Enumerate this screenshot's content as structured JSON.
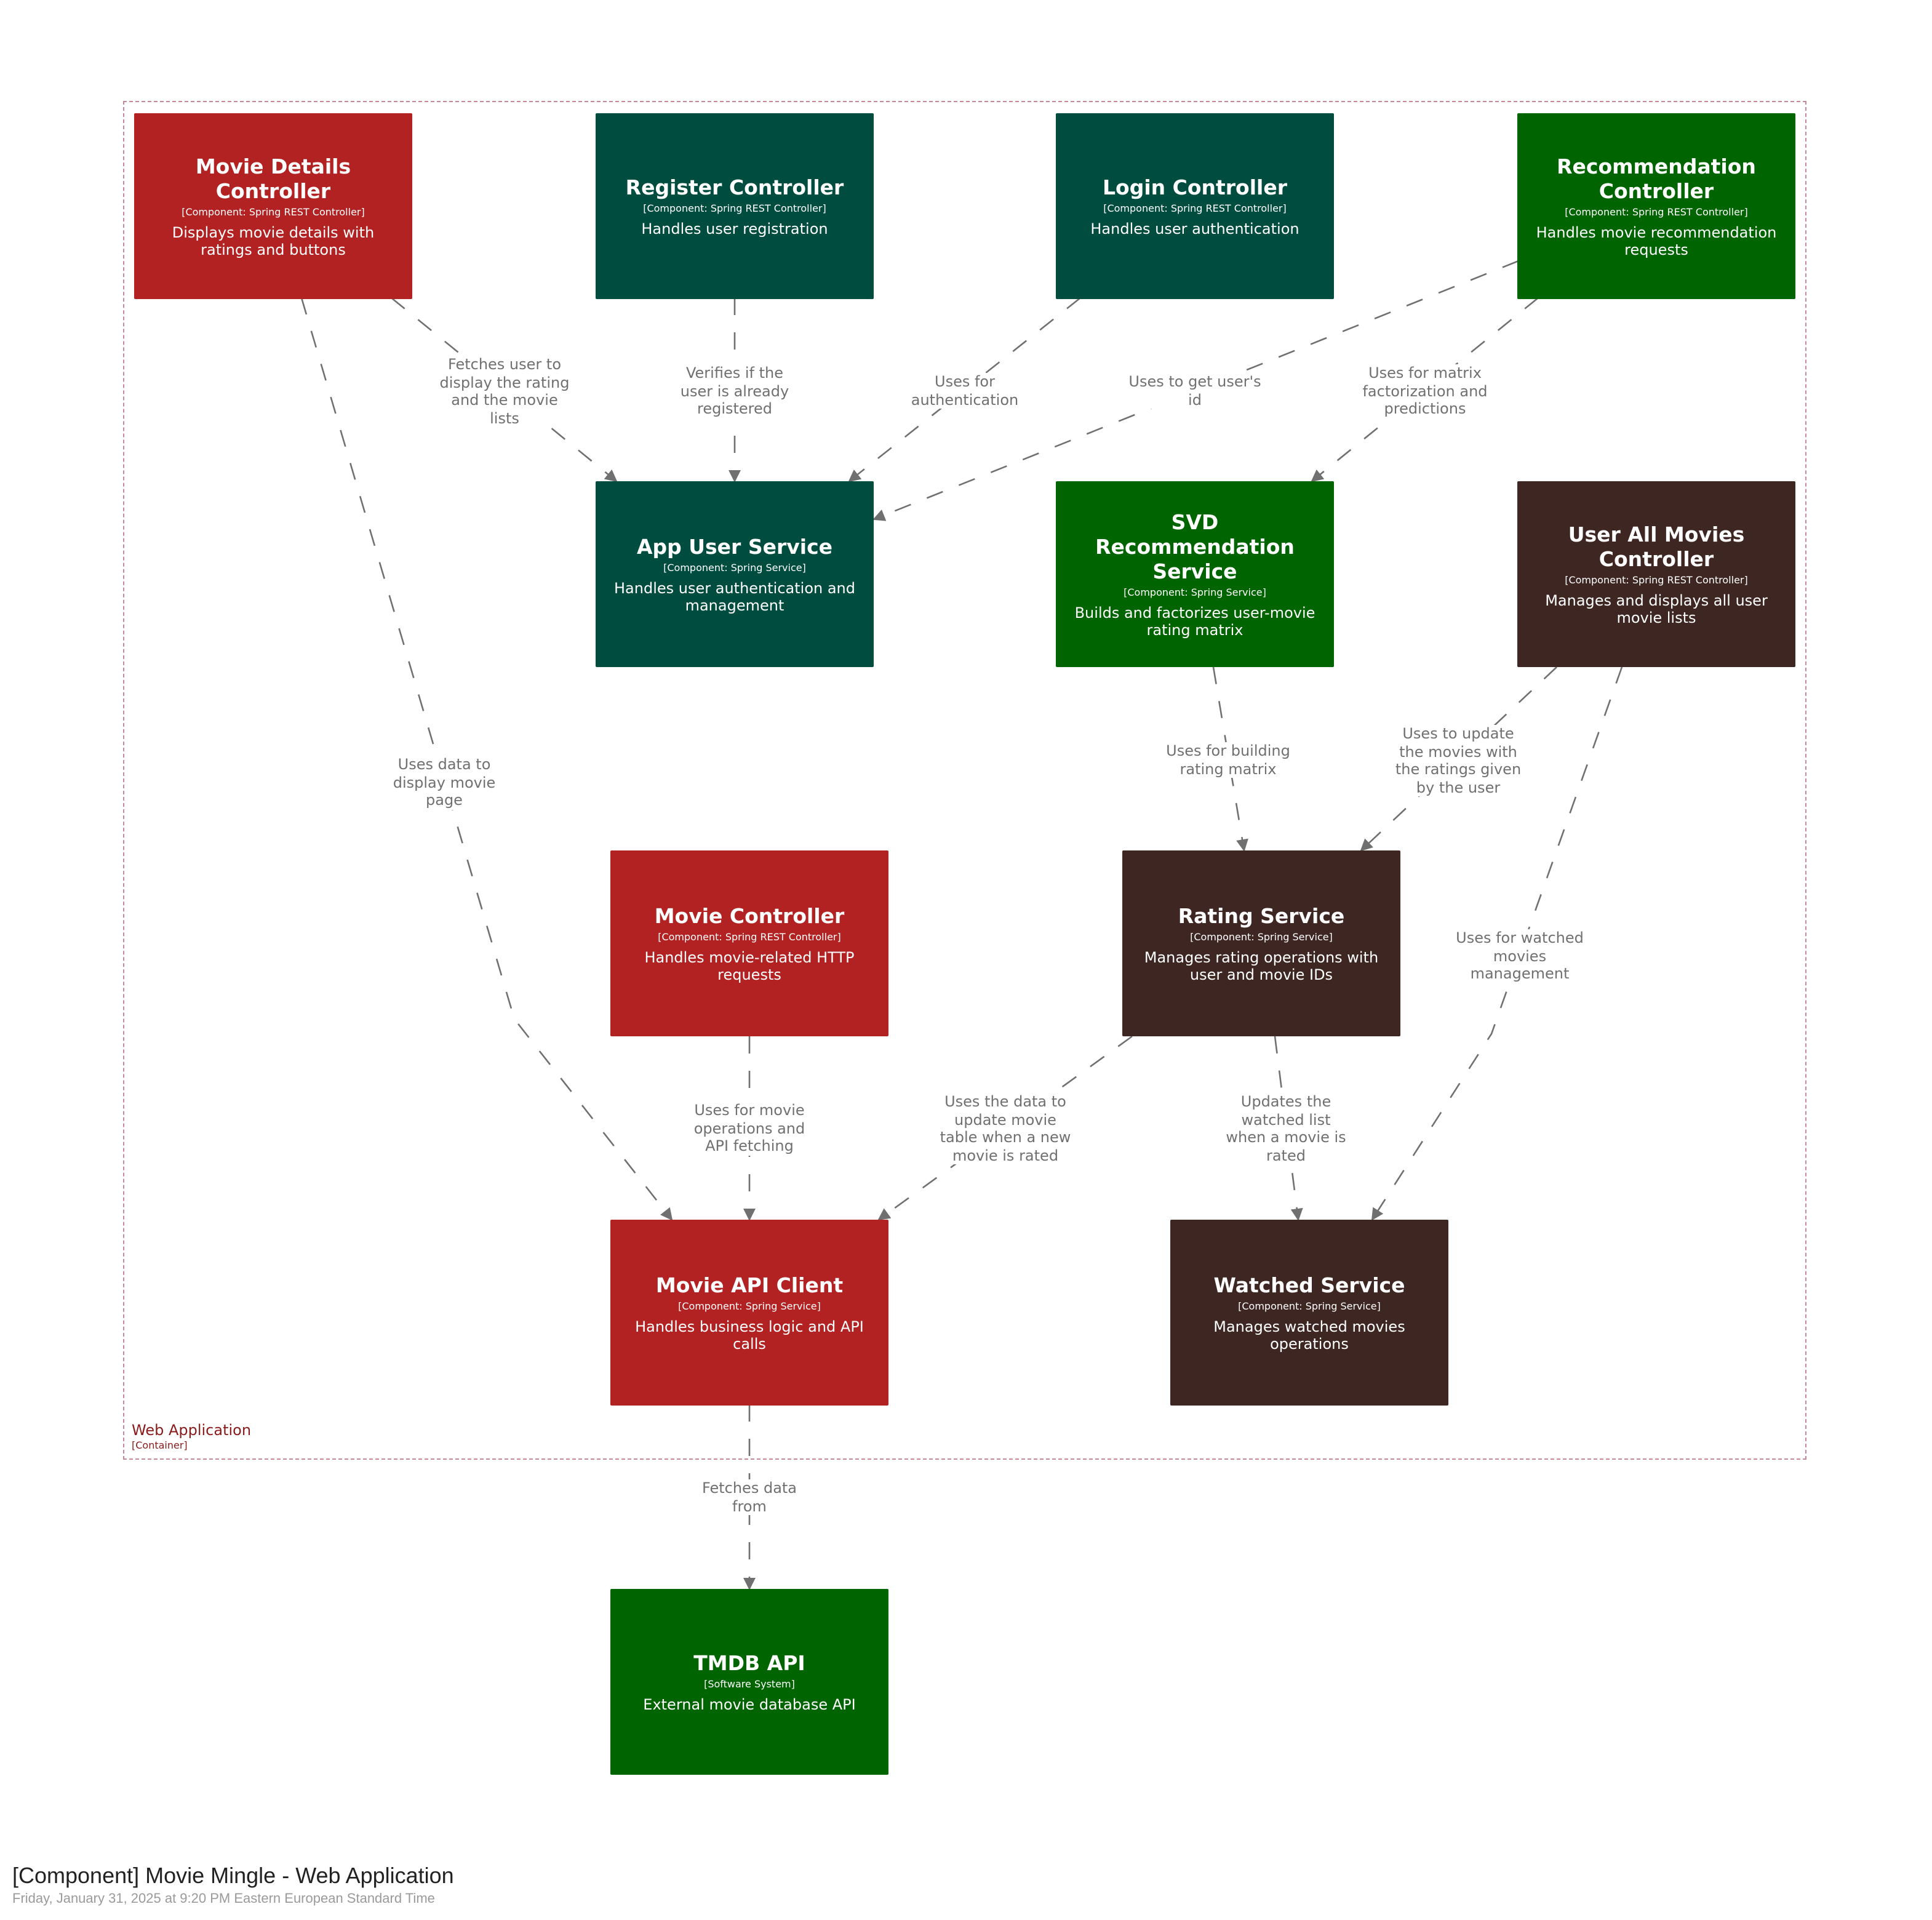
{
  "diagram": {
    "title": "[Component] Movie Mingle - Web Application",
    "subtitle": "Friday, January 31, 2025 at 9:20 PM Eastern European Standard Time",
    "boundary": {
      "label": "Web Application",
      "type": "[Container]"
    }
  },
  "colors": {
    "red": "#b22222",
    "teal": "#004d40",
    "green": "#006400",
    "brown": "#3e2723",
    "edge": "#707070",
    "boundary": "#c48a96"
  },
  "nodes": {
    "movie_details_controller": {
      "title": "Movie Details Controller",
      "type": "[Component: Spring REST Controller]",
      "desc": "Displays movie details with ratings and buttons"
    },
    "register_controller": {
      "title": "Register Controller",
      "type": "[Component: Spring REST Controller]",
      "desc": "Handles user registration"
    },
    "login_controller": {
      "title": "Login Controller",
      "type": "[Component: Spring REST Controller]",
      "desc": "Handles user authentication"
    },
    "recommendation_controller": {
      "title": "Recommendation Controller",
      "type": "[Component: Spring REST Controller]",
      "desc": "Handles movie recommendation requests"
    },
    "app_user_service": {
      "title": "App User Service",
      "type": "[Component: Spring Service]",
      "desc": "Handles user authentication and management"
    },
    "svd_recommendation_service": {
      "title": "SVD Recommendation Service",
      "type": "[Component: Spring Service]",
      "desc": "Builds and factorizes user-movie rating matrix"
    },
    "user_all_movies_controller": {
      "title": "User All Movies Controller",
      "type": "[Component: Spring REST Controller]",
      "desc": "Manages and displays all user movie lists"
    },
    "movie_controller": {
      "title": "Movie Controller",
      "type": "[Component: Spring REST Controller]",
      "desc": "Handles movie-related HTTP requests"
    },
    "rating_service": {
      "title": "Rating Service",
      "type": "[Component: Spring Service]",
      "desc": "Manages rating operations with user and movie IDs"
    },
    "movie_api_client": {
      "title": "Movie API Client",
      "type": "[Component: Spring Service]",
      "desc": "Handles business logic and API calls"
    },
    "watched_service": {
      "title": "Watched Service",
      "type": "[Component: Spring Service]",
      "desc": "Manages watched movies operations"
    },
    "tmdb_api": {
      "title": "TMDB API",
      "type": "[Software System]",
      "desc": "External movie database API"
    }
  },
  "edges": {
    "e1": {
      "from": "Movie Details Controller",
      "to": "App User Service",
      "label": "Fetches user to\ndisplay the rating\nand the movie\nlists"
    },
    "e2": {
      "from": "Register Controller",
      "to": "App User Service",
      "label": "Verifies if the\nuser is already\nregistered"
    },
    "e3": {
      "from": "Login Controller",
      "to": "App User Service",
      "label": "Uses for\nauthentication"
    },
    "e4": {
      "from": "Recommendation Controller",
      "to": "App User Service",
      "label": "Uses to get user's\nid"
    },
    "e5": {
      "from": "Recommendation Controller",
      "to": "SVD Recommendation Service",
      "label": "Uses for matrix\nfactorization and\npredictions"
    },
    "e6": {
      "from": "Movie Details Controller",
      "to": "Movie API Client",
      "label": "Uses data to\ndisplay movie\npage"
    },
    "e7": {
      "from": "SVD Recommendation Service",
      "to": "Rating Service",
      "label": "Uses for building\nrating matrix"
    },
    "e8": {
      "from": "User All Movies Controller",
      "to": "Rating Service",
      "label": "Uses to update\nthe movies with\nthe ratings given\nby the user"
    },
    "e9": {
      "from": "User All Movies Controller",
      "to": "Watched Service",
      "label": "Uses for watched\nmovies\nmanagement"
    },
    "e10": {
      "from": "Movie Controller",
      "to": "Movie API Client",
      "label": "Uses for movie\noperations and\nAPI fetching"
    },
    "e11": {
      "from": "Rating Service",
      "to": "Movie API Client",
      "label": "Uses the data to\nupdate movie\ntable when a new\nmovie is rated"
    },
    "e12": {
      "from": "Rating Service",
      "to": "Watched Service",
      "label": "Updates the\nwatched list\nwhen a movie is\nrated"
    },
    "e13": {
      "from": "Movie API Client",
      "to": "TMDB API",
      "label": "Fetches data\nfrom"
    }
  }
}
